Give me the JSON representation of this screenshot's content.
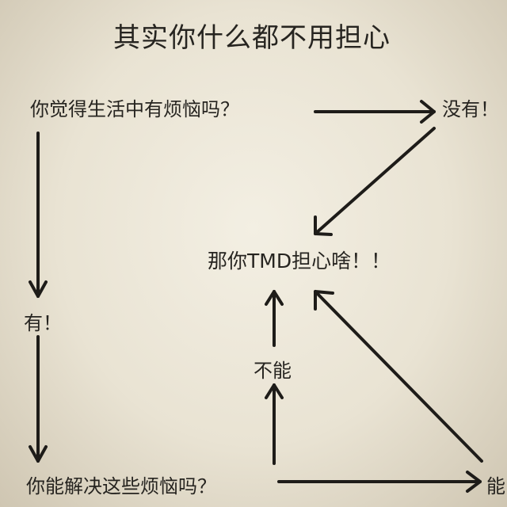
{
  "title": "其实你什么都不用担心",
  "nodes": {
    "question1": "你觉得生活中有烦恼吗？",
    "no": "没有！",
    "center": "那你TMD担心啥！！",
    "yes": "有！",
    "cannot": "不能",
    "question2": "你能解决这些烦恼吗？",
    "can": "能"
  }
}
